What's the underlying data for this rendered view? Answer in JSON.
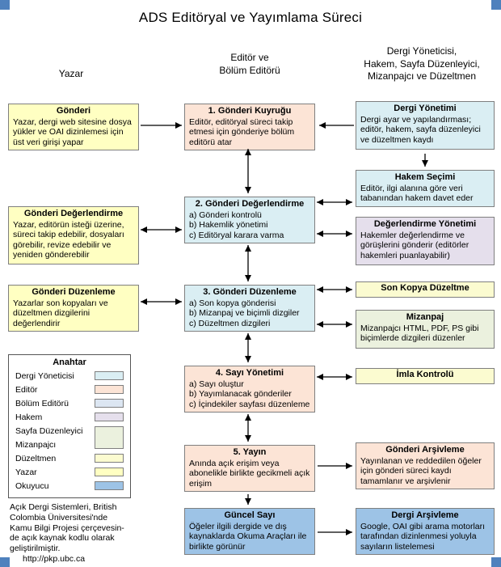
{
  "title": "ADS Editöryal ve Yayımlama Süreci",
  "column_headers": {
    "left": "Yazar",
    "middle": "Editör ve\nBölüm Editörü",
    "right": "Dergi Yöneticisi,\nHakem, Sayfa Düzenleyici,\nMizanpajcı ve Düzeltmen"
  },
  "boxes": {
    "gonderi": {
      "title": "Gönderi",
      "body": "Yazar, dergi web sitesine dosya yükler ve OAI dizinlemesi için üst veri girişi yapar",
      "color": "#ffffc2"
    },
    "gonderi_degerlendirme_yazar": {
      "title": "Gönderi Değerlendirme",
      "body": "Yazar, editörün isteği üzerine, süreci takip edebilir, dosyaları görebilir, revize edebilir ve yeniden gönderebilir",
      "color": "#ffffc2"
    },
    "gonderi_duzenleme_yazar": {
      "title": "Gönderi Düzenleme",
      "body": "Yazarlar son kopyaları ve düzeltmen dizgilerini değerlendirir",
      "color": "#ffffc2"
    },
    "step1": {
      "title": "1. Gönderi Kuyruğu",
      "body": "Editör, editöryal süreci takip etmesi için gönderiye bölüm editörü atar",
      "color": "#fce4d6"
    },
    "step2": {
      "title": "2. Gönderi Değerlendirme",
      "body": "a) Gönderi kontrolü\nb) Hakemlik yönetimi\nc) Editöryal karara varma",
      "color": "#daeef3"
    },
    "step3": {
      "title": "3. Gönderi Düzenleme",
      "body": "a) Son kopya gönderisi\nb) Mizanpaj ve biçimli dizgiler\nc) Düzeltmen dizgileri",
      "color": "#daeef3"
    },
    "step4": {
      "title": "4. Sayı Yönetimi",
      "body": "a) Sayı oluştur\nb) Yayımlanacak gönderiler\nc) İçindekiler sayfası düzenleme",
      "color": "#fce4d6"
    },
    "step5": {
      "title": "5. Yayın",
      "body": "Anında açık erişim veya abonelikle birlikte gecikmeli açık erişim",
      "color": "#fce4d6"
    },
    "guncel_sayi": {
      "title": "Güncel Sayı",
      "body": "Öğeler ilgili dergide ve dış kaynaklarda Okuma Araçları ile birlikte görünür",
      "color": "#9dc3e6"
    },
    "dergi_yonetimi": {
      "title": "Dergi Yönetimi",
      "body": "Dergi ayar ve yapılandırması; editör, hakem, sayfa düzenleyici ve düzeltmen kaydı",
      "color": "#daeef3"
    },
    "hakem_secimi": {
      "title": "Hakem Seçimi",
      "body": "Editör, ilgi alanına göre veri tabanından hakem davet eder",
      "color": "#daeef3"
    },
    "degerlendirme_yonetimi": {
      "title": "Değerlendirme Yönetimi",
      "body": "Hakemler değerlendirme ve görüşlerini gönderir (editörler hakemleri puanlayabilir)",
      "color": "#e5dfec"
    },
    "son_kopya_duzeltme": {
      "title": "Son Kopya Düzeltme",
      "body": "",
      "color": "#fbfbd0"
    },
    "mizanpaj": {
      "title": "Mizanpaj",
      "body": "Mizanpajcı HTML, PDF, PS gibi biçimlerde dizgileri düzenler",
      "color": "#ebf1de"
    },
    "imla_kontrolu": {
      "title": "İmla Kontrolü",
      "body": "",
      "color": "#fbfbd0"
    },
    "gonderi_arsivleme": {
      "title": "Gönderi Arşivleme",
      "body": "Yayınlanan ve reddedilen öğeler için gönderi süreci kaydı tamamlanır ve arşivlenir",
      "color": "#fce4d6"
    },
    "dergi_arsivleme": {
      "title": "Dergi Arşivleme",
      "body": "Google, OAI gibi arama motorları tarafından dizinlenmesi yoluyla sayıların listelemesi",
      "color": "#9dc3e6"
    }
  },
  "legend": {
    "title": "Anahtar",
    "items": [
      {
        "label": "Dergi Yöneticisi",
        "color": "#daeef3"
      },
      {
        "label": "Editör",
        "color": "#fce4d6"
      },
      {
        "label": "Bölüm Editörü",
        "color": "#dce6f2"
      },
      {
        "label": "Hakem",
        "color": "#e5dfec"
      },
      {
        "label": "Sayfa Düzenleyici",
        "color": "#ebf1de"
      },
      {
        "label": "Mizanpajcı",
        "color": "#ebf1de"
      },
      {
        "label": "Düzeltmen",
        "color": "#fbfbd0"
      },
      {
        "label": "Yazar",
        "color": "#ffffc2"
      },
      {
        "label": "Okuyucu",
        "color": "#9dc3e6"
      }
    ],
    "note": "Açık Dergi Sistemleri, British\nColombia Üniversitesi'nde\nKamu Bilgi Projesi çerçevesin-\nde açık kaynak kodlu olarak\ngeliştirilmiştir.",
    "url": "http://pkp.ubc.ca"
  },
  "accents": {
    "corner": "#4f81bd",
    "arrow": "#000000"
  }
}
